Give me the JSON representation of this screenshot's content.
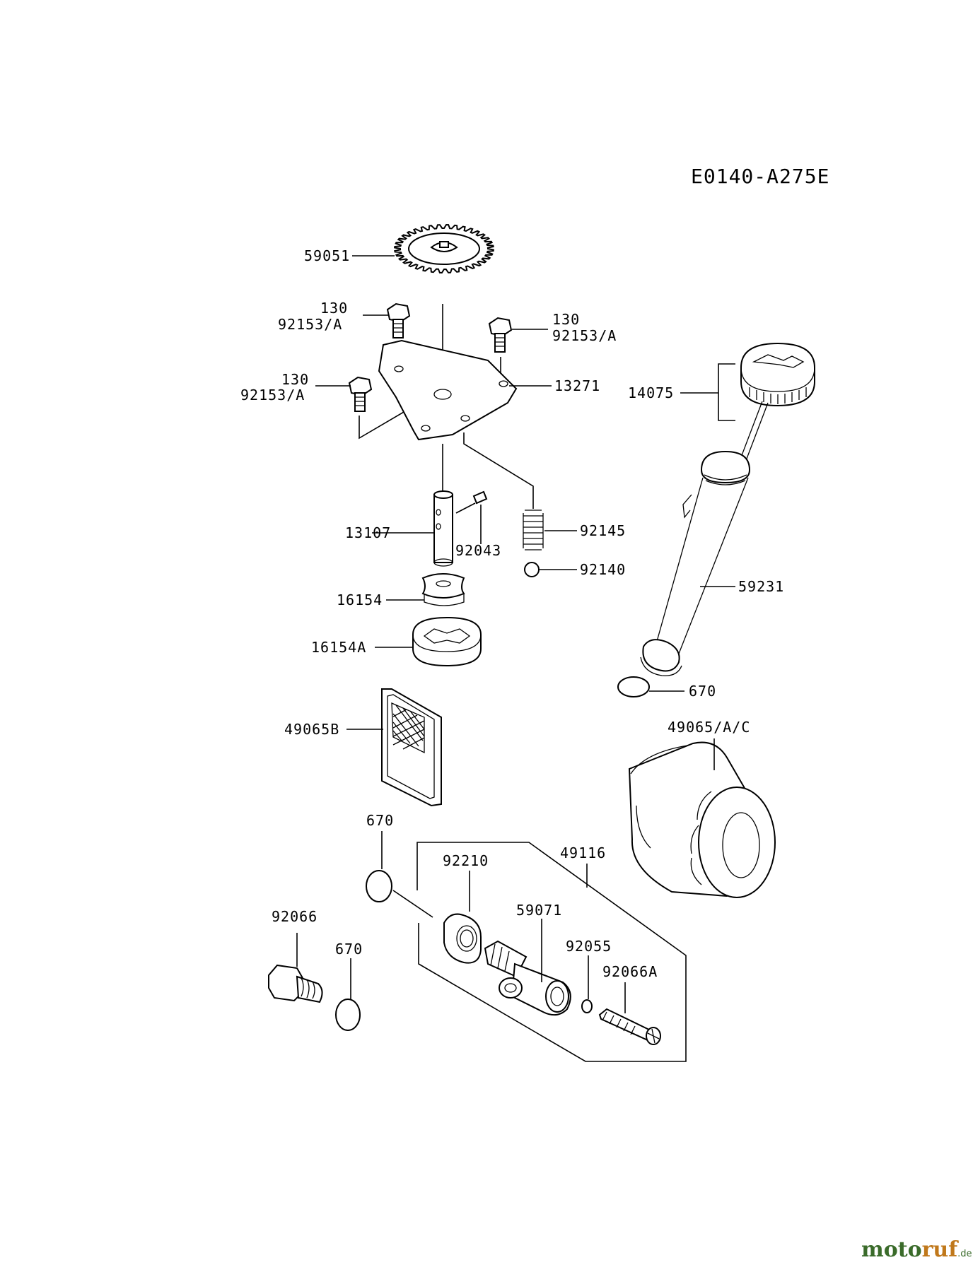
{
  "diagram_code": "E0140-A275E",
  "labels": {
    "gear": "59051",
    "bolt_a_top": "130",
    "bolt_a_bottom": "92153/A",
    "bolt_b_top": "130",
    "bolt_b_bottom": "92153/A",
    "bolt_c_top": "130",
    "bolt_c_bottom": "92153/A",
    "plate": "13271",
    "shaft": "13107",
    "pin": "92043",
    "spring": "92145",
    "ball": "92140",
    "inner_rotor": "16154",
    "outer_rotor": "16154A",
    "screen": "49065B",
    "dipstick": "14075",
    "tube": "59231",
    "tube_oring": "670",
    "oil_filter": "49065/A/C",
    "fitting_assy": "49116",
    "nut": "92210",
    "oring_upper": "670",
    "drain_plug": "92066",
    "oring_lower": "670",
    "fitting": "59071",
    "small_oring": "92055",
    "small_plug": "92066A"
  },
  "watermark": {
    "part1": "moto",
    "part2": "ruf",
    "part3": ".de"
  }
}
